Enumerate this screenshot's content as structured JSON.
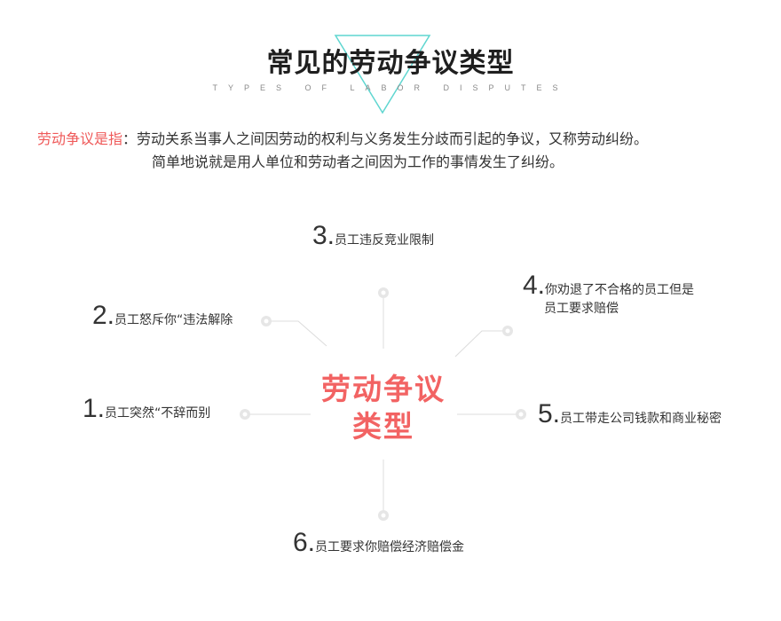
{
  "header": {
    "title": "常见的劳动争议类型",
    "subtitle": "TYPES OF LABOR DISPUTES"
  },
  "definition": {
    "term": "劳动争议是指",
    "colon": "：",
    "line1": "劳动关系当事人之间因劳动的权利与义务发生分歧而引起的争议，又称劳动纠纷。",
    "line2": "简单地说就是用人单位和劳动者之间因为工作的事情发生了纠纷。"
  },
  "diagram": {
    "center_line1": "劳动争议",
    "center_line2": "类型",
    "items": [
      {
        "num": "1.",
        "text": "员工突然“不辞而别"
      },
      {
        "num": "2.",
        "text": "员工怒斥你“违法解除"
      },
      {
        "num": "3.",
        "text": "员工违反竞业限制"
      },
      {
        "num": "4.",
        "text": "你劝退了不合格的员工但是",
        "text2": "员工要求赔偿"
      },
      {
        "num": "5.",
        "text": "员工带走公司钱款和商业秘密"
      },
      {
        "num": "6.",
        "text": "员工要求你赔偿经济赔偿金"
      }
    ]
  },
  "colors": {
    "accent": "#f26363",
    "teal": "#5fd6d0",
    "line": "#dcdcdc"
  }
}
